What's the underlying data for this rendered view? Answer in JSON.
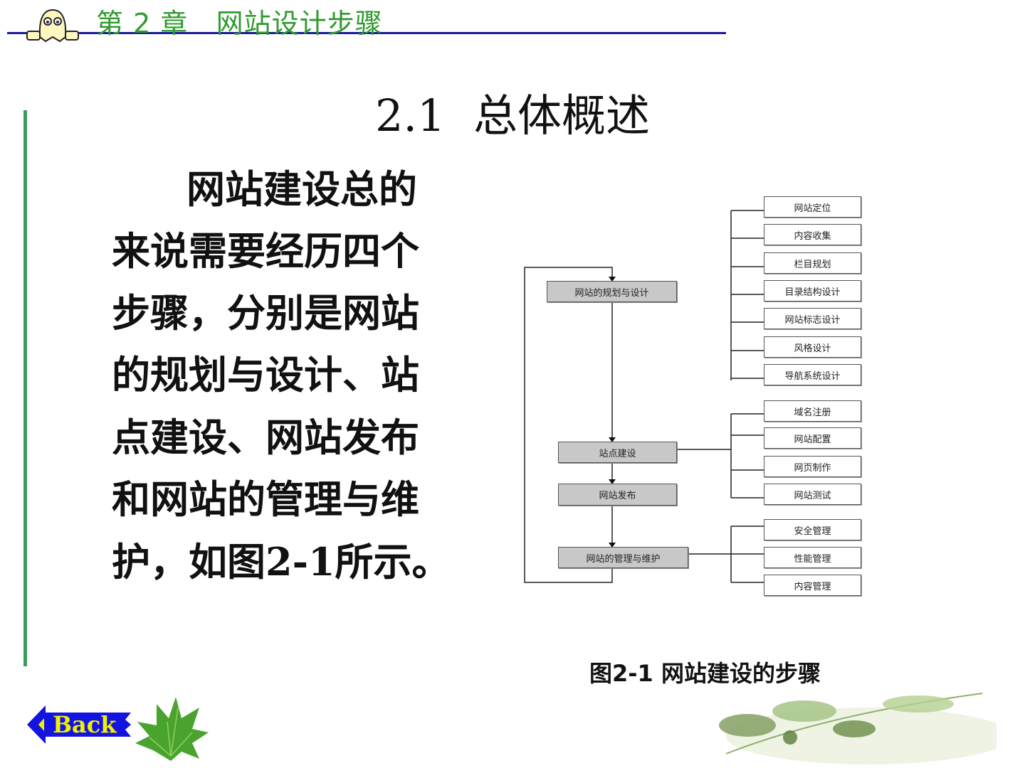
{
  "header": {
    "title": "第 2 章   网站设计步骤"
  },
  "slide": {
    "title": "2.1  总体概述",
    "body_lines": [
      "网站建设总的",
      "来说需要经历四个",
      "步骤，分别是网站",
      "的规划与设计、站",
      "点建设、网站发布",
      "和网站的管理与维",
      "护，如图2-1所示。"
    ]
  },
  "diagram": {
    "steps": [
      "网站的规划与设计",
      "站点建设",
      "网站发布",
      "网站的管理与维护"
    ],
    "planning_items": [
      "网站定位",
      "内容收集",
      "栏目规划",
      "目录结构设计",
      "网站标志设计",
      "风格设计",
      "导航系统设计"
    ],
    "construction_items": [
      "域名注册",
      "网站配置",
      "网页制作",
      "网站测试"
    ],
    "maintenance_items": [
      "安全管理",
      "性能管理",
      "内容管理"
    ],
    "caption": "图2-1 网站建设的步骤"
  },
  "nav": {
    "back_label": "Back"
  },
  "colors": {
    "header_green": "#2f9a2f",
    "header_line": "#1c1c9c",
    "side_bar": "#3d9a5e",
    "back_blue": "#1414e0",
    "back_text": "#f0f000"
  }
}
